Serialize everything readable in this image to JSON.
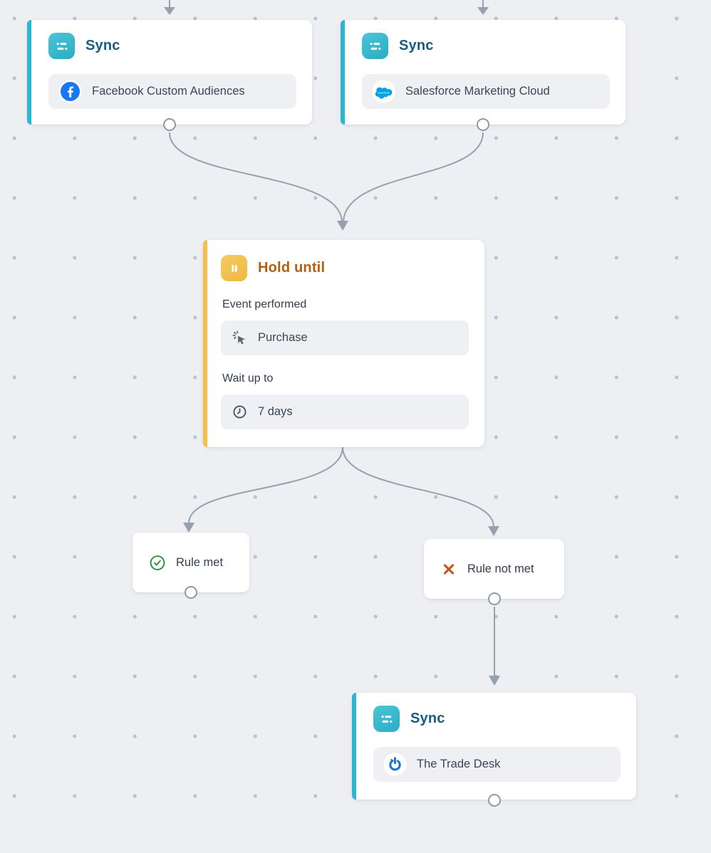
{
  "canvas": {
    "background": "#edeff3",
    "dot_color": "#bac2cd",
    "edge_color": "#97a1ad"
  },
  "nodes": {
    "sync_facebook": {
      "title": "Sync",
      "destination": "Facebook Custom Audiences"
    },
    "sync_salesforce": {
      "title": "Sync",
      "destination": "Salesforce Marketing Cloud"
    },
    "hold_until": {
      "title": "Hold until",
      "event_label": "Event performed",
      "event_value": "Purchase",
      "wait_label": "Wait up to",
      "wait_value": "7 days"
    },
    "rule_met": {
      "label": "Rule met"
    },
    "rule_not_met": {
      "label": "Rule not met"
    },
    "sync_tradedesk": {
      "title": "Sync",
      "destination": "The Trade Desk"
    }
  },
  "colors": {
    "sync_accent": "#2cb5cf",
    "sync_title": "#175d80",
    "hold_accent": "#f3c14b",
    "hold_title": "#b25f12",
    "success_green": "#279544",
    "failure_orange": "#c1591d",
    "facebook_blue": "#1877f2",
    "salesforce_blue": "#00a1e0",
    "tradedesk_blue": "#1b72d8"
  }
}
